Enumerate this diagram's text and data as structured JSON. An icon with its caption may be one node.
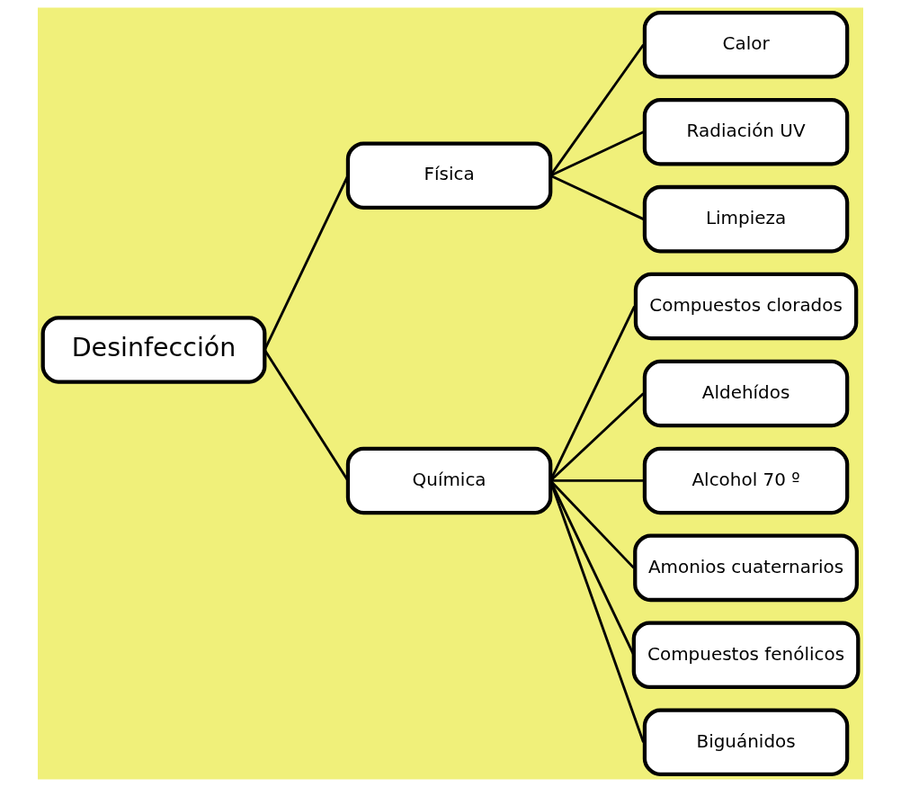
{
  "diagram": {
    "nodes": [
      {
        "text": [
          "Desinfección"
        ]
      },
      {
        "text": [
          "Física"
        ]
      },
      {
        "text": [
          "Química"
        ]
      },
      {
        "text": [
          "Calor"
        ]
      },
      {
        "text": [
          "Radiación UV"
        ]
      },
      {
        "text": [
          "Limpieza"
        ]
      },
      {
        "text": [
          "Compuestos clorados"
        ]
      },
      {
        "text": [
          "Aldehídos"
        ]
      },
      {
        "text": [
          "Alcohol 70 º"
        ]
      },
      {
        "text": [
          "Amonios cuaternarios"
        ]
      },
      {
        "text": [
          "Compuestos fenólicos"
        ]
      },
      {
        "text": [
          "Biguánidos"
        ]
      }
    ],
    "edges": [
      {
        "from": 0,
        "to": 1,
        "arrow": "none"
      },
      {
        "from": 0,
        "to": 2,
        "arrow": "none"
      },
      {
        "from": 1,
        "to": 3,
        "arrow": "none"
      },
      {
        "from": 1,
        "to": 4,
        "arrow": "none"
      },
      {
        "from": 1,
        "to": 5,
        "arrow": "none"
      },
      {
        "from": 2,
        "to": 6,
        "arrow": "none"
      },
      {
        "from": 2,
        "to": 7,
        "arrow": "none"
      },
      {
        "from": 2,
        "to": 8,
        "arrow": "none"
      },
      {
        "from": 2,
        "to": 9,
        "arrow": "none"
      },
      {
        "from": 2,
        "to": 10,
        "arrow": "none"
      },
      {
        "from": 2,
        "to": 11,
        "arrow": "none"
      }
    ]
  }
}
